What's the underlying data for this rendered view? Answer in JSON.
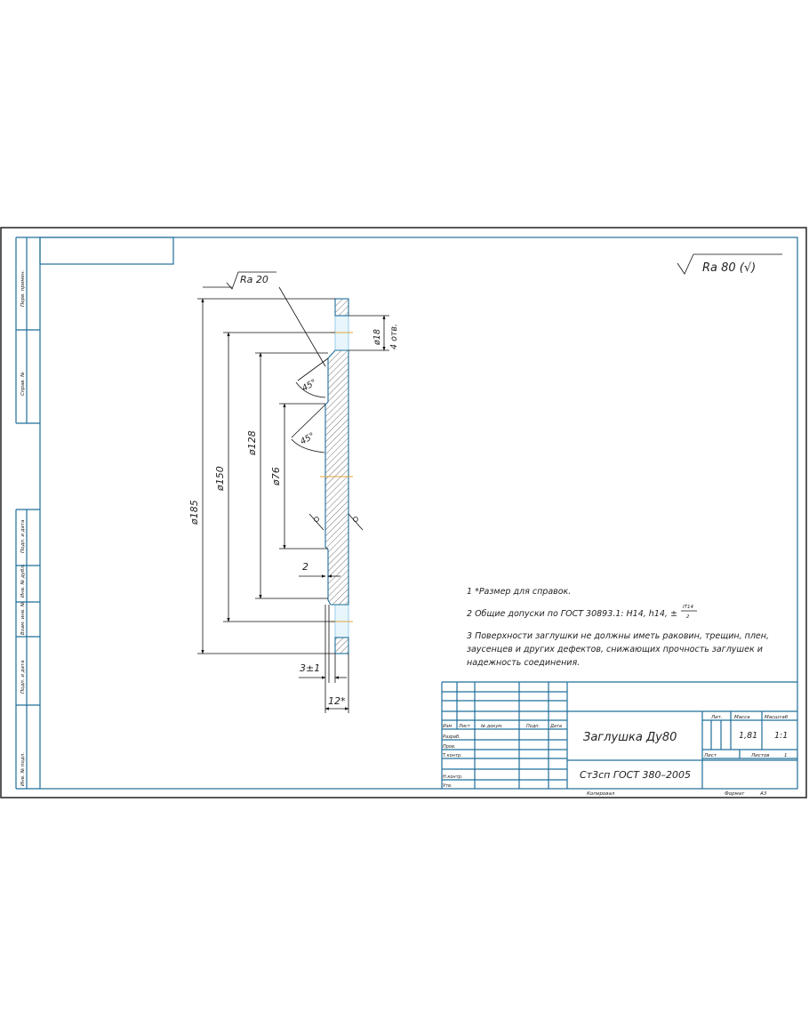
{
  "sheet": {
    "side_strip": [
      "Перв. примен.",
      "Справ. №",
      "Подп. и дата",
      "Инв. № дубл.",
      "Взам. инв. №",
      "Подп. и дата",
      "Инв. № подл."
    ],
    "roughness_general": "Ra 80 (√)",
    "bottom_copy": "Копировал",
    "bottom_format_label": "Формат",
    "bottom_format_value": "А3"
  },
  "drawing": {
    "roughness": "Ra 20",
    "dims": {
      "d185": "ø185",
      "d150": "ø150",
      "d128": "ø128",
      "d76": "ø76",
      "d18": "ø18",
      "holes": "4 отв.",
      "angle1": "45°",
      "angle2": "45°",
      "step": "2",
      "depth": "3±1",
      "thickness": "12*"
    }
  },
  "notes": {
    "n1": "1  *Размер для справок.",
    "n2": "2  Общие допуски по ГОСТ 30893.1: H14, h14, ±",
    "n2_frac_top": "IT14",
    "n2_frac_bottom": "2",
    "n3_line1": "3  Поверхности заглушки не должны иметь раковин, трещин, плен,",
    "n3_line2": "заусенцев и других дефектов, снижающих прочность заглушек и",
    "n3_line3": "надежность соединения."
  },
  "title_block": {
    "headers": [
      "Изм",
      "Лист",
      "№ докум.",
      "Подп.",
      "Дата"
    ],
    "roles": [
      "Разраб.",
      "Пров.",
      "Т.контр.",
      "",
      "Н.контр.",
      "Утв."
    ],
    "title": "Заглушка Ду80",
    "material": "Ст3сп ГОСТ 380–2005",
    "lit_label": "Лит.",
    "mass_label": "Масса",
    "scale_label": "Масштаб",
    "mass": "1,81",
    "scale": "1:1",
    "sheet_label": "Лист",
    "sheets_label": "Листов",
    "sheets": "1"
  }
}
